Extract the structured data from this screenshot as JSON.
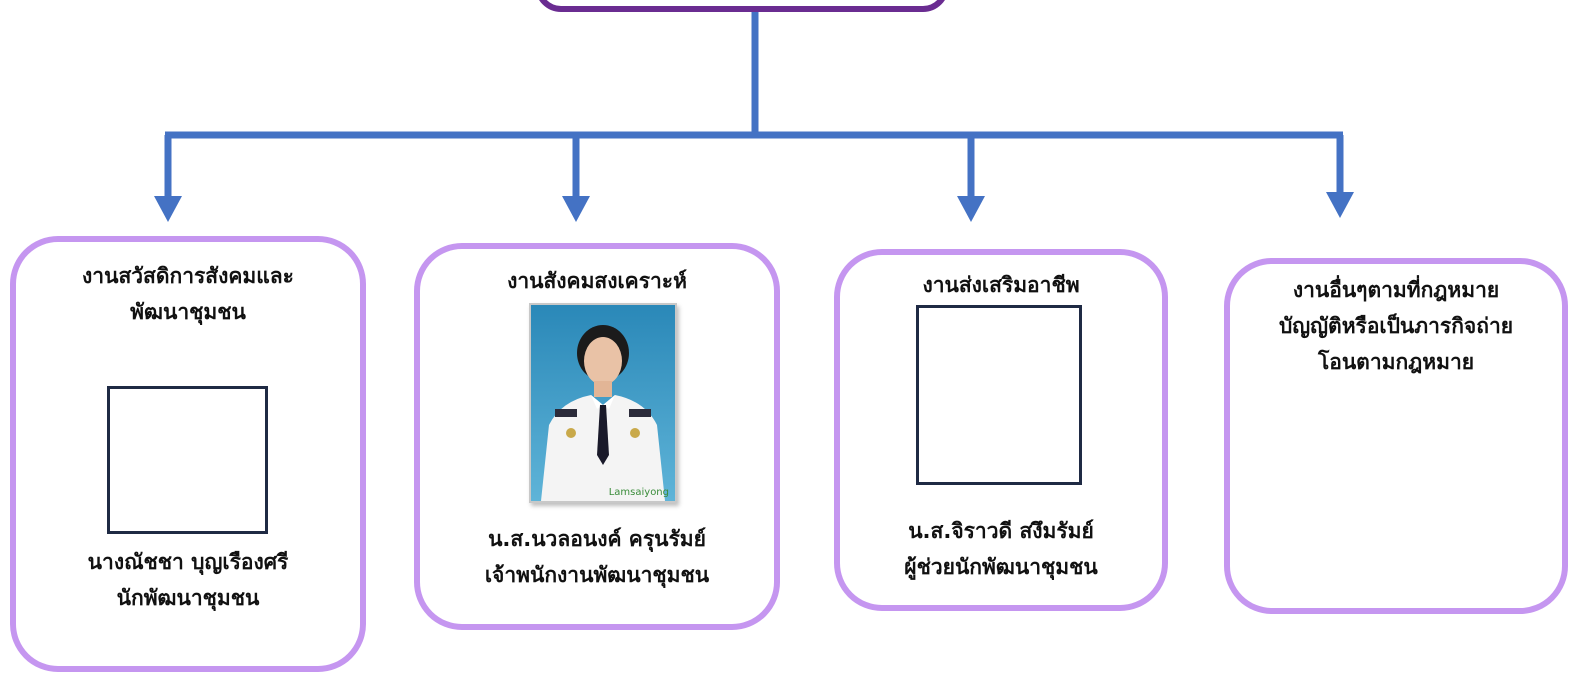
{
  "diagram": {
    "top_box": {
      "label": ""
    },
    "units": [
      {
        "title_lines": [
          "งานสวัสดิการสังคมและ",
          "พัฒนาชุมชน"
        ],
        "person_name": "นางณัชชา บุญเรืองศรี",
        "person_position": "นักพัฒนาชุมชน",
        "photo": "empty-frame"
      },
      {
        "title_lines": [
          "งานสังคมสงเคราะห์"
        ],
        "person_name": "น.ส.นวลอนงค์ ครุนรัมย์",
        "person_position": "เจ้าพนักงานพัฒนาชุมชน",
        "photo": "portrait",
        "photo_caption": "Lamsaiyong"
      },
      {
        "title_lines": [
          "งานส่งเสริมอาชีพ"
        ],
        "person_name": "น.ส.จิราวดี  สงึมรัมย์",
        "person_position": "ผู้ช่วยนักพัฒนาชุมชน",
        "photo": "empty-frame"
      },
      {
        "title_lines": [
          "งานอื่นๆตามที่กฎหมาย",
          "บัญญัติหรือเป็นภารกิจถ่าย",
          "โอนตามกฎหมาย"
        ],
        "photo": "none"
      }
    ],
    "colors": {
      "connector": "#4472c4",
      "top_border": "#6a2c91",
      "unit_border": "#c596f0",
      "frame_border": "#1f2a44"
    }
  }
}
